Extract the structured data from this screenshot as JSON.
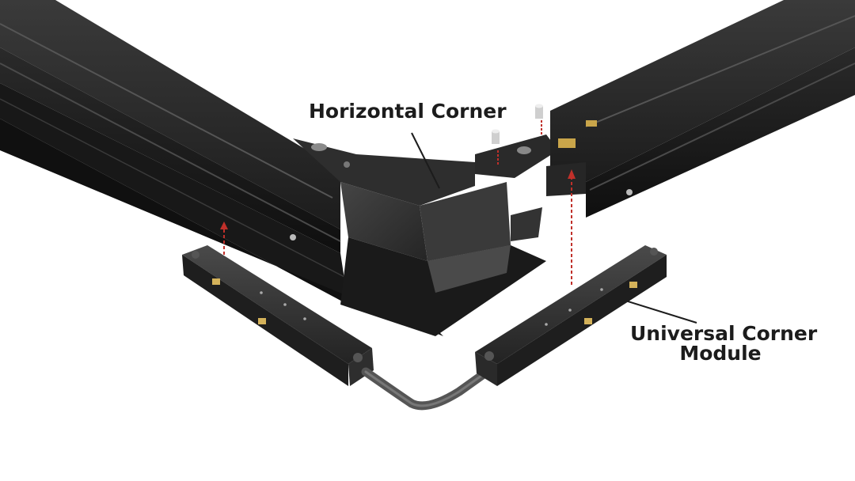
{
  "labels": {
    "horizontal_corner": "Horizontal Corner",
    "universal_corner_line1": "Universal Corner",
    "universal_corner_line2": "Module"
  },
  "colors": {
    "rail_dark": "#1b1b1b",
    "rail_mid": "#2c2c2c",
    "rail_light": "#3d3d3d",
    "arrow_red": "#c0302a",
    "contact_brass": "#d4b25a",
    "cable_grey": "#555555"
  }
}
